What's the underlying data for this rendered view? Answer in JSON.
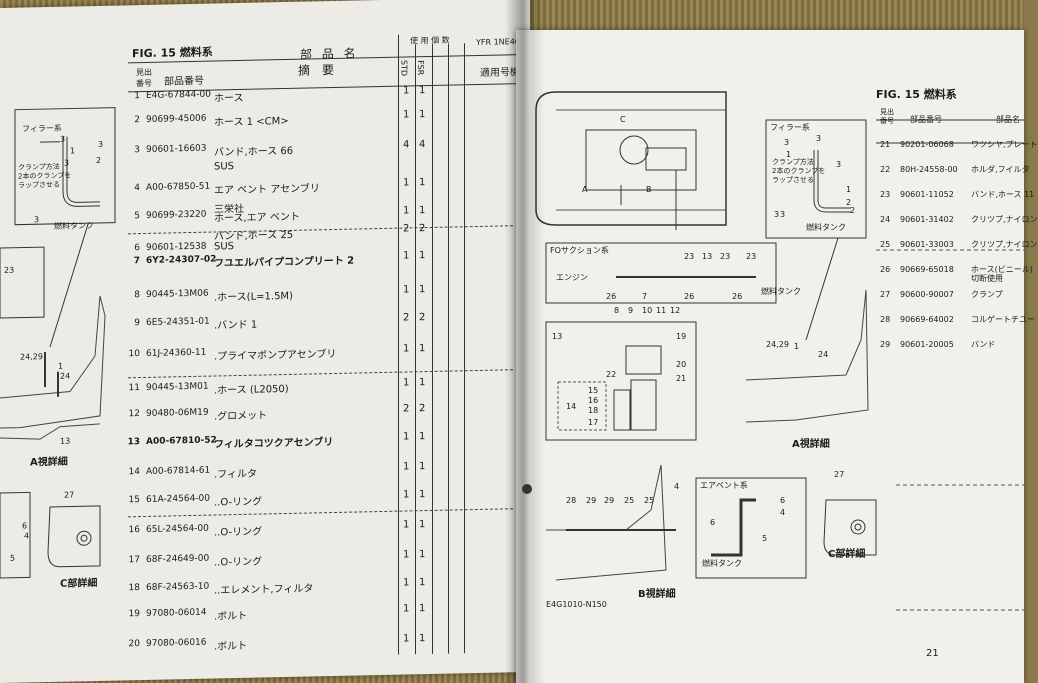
{
  "left_page": {
    "fig_title": "FIG. 15  燃料系",
    "header": {
      "ref_col": "見出\n番号",
      "part_no_col": "部品番号",
      "part_name_col": "部 品 名",
      "remarks_col": "摘　要",
      "qty_group": "使 用 個 数",
      "qty_std": "STD",
      "qty_fsr": "FSR",
      "applicable_col": "適用号機",
      "model_code": "YFR 1NE4G..."
    },
    "rows": [
      {
        "no": "1",
        "pn": "E4G-67844-00",
        "desc": "ホース",
        "q1": "1",
        "q2": "1",
        "bold": false
      },
      {
        "no": "2",
        "pn": "90699-45006",
        "desc": "ホース 1 <CM>",
        "q1": "1",
        "q2": "1",
        "bold": false
      },
      {
        "no": "3",
        "pn": "90601-16603",
        "desc": "バンド,ホース 66",
        "q1": "4",
        "q2": "4",
        "bold": false
      },
      {
        "no": "",
        "pn": "",
        "desc": "SUS",
        "q1": "",
        "q2": "",
        "bold": false
      },
      {
        "no": "4",
        "pn": "A00-67850-51",
        "desc": "エア ベント アセンブリ",
        "q1": "1",
        "q2": "1",
        "bold": false
      },
      {
        "no": "",
        "pn": "",
        "desc": "三栄社",
        "q1": "",
        "q2": "",
        "bold": false
      },
      {
        "no": "5",
        "pn": "90699-23220",
        "desc": "ホース,エア ベント",
        "q1": "1",
        "q2": "1",
        "bold": false
      },
      {
        "no": "",
        "pn": "",
        "desc": "バンド,ホース 25",
        "q1": "2",
        "q2": "2",
        "bold": false
      },
      {
        "no": "6",
        "pn": "90601-12538",
        "desc": "SUS",
        "q1": "",
        "q2": "",
        "bold": false
      },
      {
        "no": "7",
        "pn": "6Y2-24307-02",
        "desc": "フユエルパイプコンプリート 2",
        "q1": "1",
        "q2": "1",
        "bold": true
      },
      {
        "no": "8",
        "pn": "90445-13M06",
        "desc": ".ホース(L=1.5M)",
        "q1": "1",
        "q2": "1",
        "bold": false
      },
      {
        "no": "9",
        "pn": "6E5-24351-01",
        "desc": ".バンド 1",
        "q1": "2",
        "q2": "2",
        "bold": false
      },
      {
        "no": "10",
        "pn": "61J-24360-11",
        "desc": ".プライマポンプアセンブリ",
        "q1": "1",
        "q2": "1",
        "bold": false
      },
      {
        "no": "11",
        "pn": "90445-13M01",
        "desc": ".ホース (L2050)",
        "q1": "1",
        "q2": "1",
        "bold": false
      },
      {
        "no": "12",
        "pn": "90480-06M19",
        "desc": ".グロメット",
        "q1": "2",
        "q2": "2",
        "bold": false
      },
      {
        "no": "13",
        "pn": "A00-67810-52",
        "desc": "フィルタコツクアセンブリ",
        "q1": "1",
        "q2": "1",
        "bold": true
      },
      {
        "no": "14",
        "pn": "A00-67814-61",
        "desc": ".フィルタ",
        "q1": "1",
        "q2": "1",
        "bold": false
      },
      {
        "no": "15",
        "pn": "61A-24564-00",
        "desc": "..O-リング",
        "q1": "1",
        "q2": "1",
        "bold": false
      },
      {
        "no": "16",
        "pn": "65L-24564-00",
        "desc": "..O-リング",
        "q1": "1",
        "q2": "1",
        "bold": false
      },
      {
        "no": "17",
        "pn": "68F-24649-00",
        "desc": "..O-リング",
        "q1": "1",
        "q2": "1",
        "bold": false
      },
      {
        "no": "18",
        "pn": "68F-24563-10",
        "desc": "..エレメント,フィルタ",
        "q1": "1",
        "q2": "1",
        "bold": false
      },
      {
        "no": "19",
        "pn": "97080-06014",
        "desc": ".ボルト",
        "q1": "1",
        "q2": "1",
        "bold": false
      },
      {
        "no": "20",
        "pn": "97080-06016",
        "desc": ".ボルト",
        "q1": "1",
        "q2": "1",
        "bold": false
      }
    ],
    "diagram": {
      "filler_title": "フィラー系",
      "clamp_note": "クランプ方法\n2本のクランプを\nラップさせる",
      "tank_label": "燃料タンク",
      "a_detail": "A視詳細",
      "c_detail": "C部詳細",
      "labels": [
        "3",
        "1",
        "3",
        "2",
        "3",
        "3",
        "24,29",
        "1",
        "24",
        "13",
        "23",
        "27",
        "6",
        "4",
        "5"
      ]
    }
  },
  "right_page": {
    "fig_title": "FIG. 15  燃料系",
    "page_number": "21",
    "figure_code": "E4G1010-N150",
    "header": {
      "ref_col": "見出\n番号",
      "part_no_col": "部品番号",
      "name_col": "部品名"
    },
    "rows": [
      {
        "no": "21",
        "pn": "90201-06068",
        "desc": "ワツシヤ,プレート"
      },
      {
        "no": "22",
        "pn": "80H-24558-00",
        "desc": "ホルダ,フイルタ"
      },
      {
        "no": "23",
        "pn": "90601-11052",
        "desc": "バンド,ホース 11"
      },
      {
        "no": "24",
        "pn": "90601-31402",
        "desc": "クリツプ,ナイロン"
      },
      {
        "no": "25",
        "pn": "90601-33003",
        "desc": "クリツプ,ナイロン"
      },
      {
        "no": "26",
        "pn": "90669-65018",
        "desc": "ホース(ビニール)\n切断使用"
      },
      {
        "no": "27",
        "pn": "90600-90007",
        "desc": "クランプ"
      },
      {
        "no": "28",
        "pn": "90669-64002",
        "desc": "コルゲートチユー"
      },
      {
        "no": "29",
        "pn": "90601-20005",
        "desc": "バンド"
      }
    ],
    "diagram": {
      "filler_title": "フィラー系",
      "clamp_note": "クランプ方法\n2本のクランプを\nラップさせる",
      "tank_label": "燃料タンク",
      "fo_title": "FOサクション系",
      "engine_label": "エンジン",
      "air_vent_title": "エアベント系",
      "a_detail": "A視詳細",
      "b_detail": "B視詳細",
      "c_detail": "C部詳細",
      "view_labels": [
        "A",
        "B",
        "C"
      ],
      "suction_nums_top": [
        "23",
        "13",
        "23",
        "23"
      ],
      "suction_nums_mid": [
        "26",
        "7",
        "26",
        "26"
      ],
      "suction_nums_bot": [
        "8",
        "9",
        "10",
        "11",
        "12"
      ],
      "filter_nums": [
        "13",
        "19",
        "20",
        "21",
        "22",
        "15",
        "16",
        "18",
        "14",
        "17"
      ],
      "b_nums": [
        "28",
        "29",
        "29",
        "25",
        "25",
        "4"
      ],
      "vent_nums": [
        "6",
        "4",
        "6",
        "5"
      ],
      "a_nums": [
        "3",
        "1",
        "3",
        "3",
        "2",
        "1",
        "3",
        "3",
        "2",
        "24,29",
        "1",
        "24"
      ],
      "c_nums": [
        "27"
      ]
    }
  }
}
